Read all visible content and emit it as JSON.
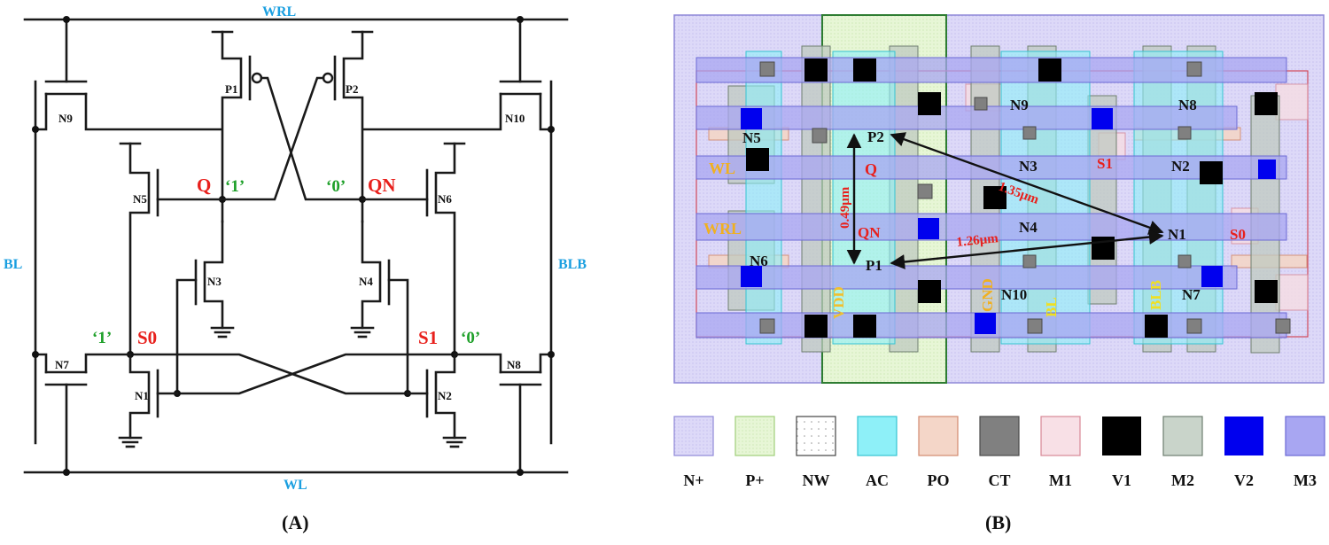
{
  "schematic": {
    "caption": "(A)",
    "rails": {
      "top": "WRL",
      "bottom": "WL",
      "left": "BL",
      "right": "BLB"
    },
    "transistors": [
      "P1",
      "P2",
      "N9",
      "N10",
      "N5",
      "N6",
      "N3",
      "N4",
      "N7",
      "N8",
      "N1",
      "N2"
    ],
    "nodes": {
      "q": "Q",
      "qn": "QN",
      "s0": "S0",
      "s1": "S1"
    },
    "values": {
      "q": "‘1’",
      "qn": "‘0’",
      "s0": "‘1’",
      "s1": "‘0’"
    }
  },
  "layout": {
    "caption": "(B)",
    "devices": [
      "P2",
      "P1",
      "N5",
      "N6",
      "N9",
      "N8",
      "N3",
      "N2",
      "N4",
      "N1",
      "N10",
      "N7"
    ],
    "nets": [
      "WL",
      "WRL",
      "Q",
      "QN",
      "S1",
      "S0",
      "VDD",
      "GND",
      "BL",
      "BLB"
    ],
    "dimensions": [
      "0.49μm",
      "1.35μm",
      "1.26μm"
    ],
    "legend": [
      {
        "label": "N+",
        "color": "#c8c4f0"
      },
      {
        "label": "P+",
        "color": "#ddf2cc"
      },
      {
        "label": "NW",
        "color": "#ffffff"
      },
      {
        "label": "AC",
        "color": "#8ef0f8"
      },
      {
        "label": "PO",
        "color": "#f4d6c8"
      },
      {
        "label": "CT",
        "color": "#808080"
      },
      {
        "label": "M1",
        "color": "#f8e0e6"
      },
      {
        "label": "V1",
        "color": "#000000"
      },
      {
        "label": "M2",
        "color": "#c9d4ca"
      },
      {
        "label": "V2",
        "color": "#0000ee"
      },
      {
        "label": "M3",
        "color": "#a8a6f2"
      }
    ]
  }
}
